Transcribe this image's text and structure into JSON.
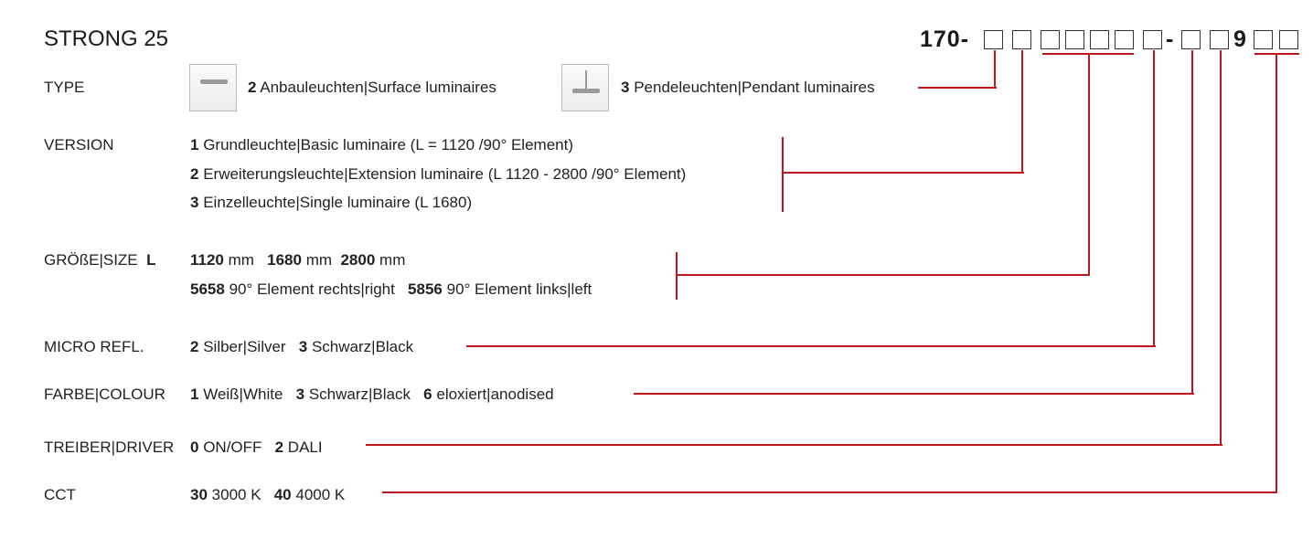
{
  "product": {
    "title": "STRONG 25"
  },
  "code": {
    "prefix": "170-",
    "dash1": "-",
    "fixed_digit": "9"
  },
  "type": {
    "label": "TYPE",
    "opt1_num": "2",
    "opt1_text": "Anbauleuchten|Surface luminaires",
    "opt2_num": "3",
    "opt2_text": "Pendeleuchten|Pendant luminaires"
  },
  "version": {
    "label": "VERSION",
    "line1_num": "1",
    "line1_text": "Grundleuchte|Basic luminaire (L = 1120 /90° Element)",
    "line2_num": "2",
    "line2_text": "Erweiterungsleuchte|Extension luminaire (L 1120 - 2800 /90° Element)",
    "line3_num": "3",
    "line3_text": "Einzelleuchte|Single luminaire (L 1680)"
  },
  "size": {
    "label": "GRÖßE|SIZE",
    "label_l": "L",
    "v1": "1120",
    "u1": "mm",
    "v2": "1680",
    "u2": "mm",
    "v3": "2800",
    "u3": "mm",
    "v4": "5658",
    "t4": "90° Element rechts|right",
    "v5": "5856",
    "t5": "90° Element links|left"
  },
  "micro": {
    "label": "MICRO REFL.",
    "n1": "2",
    "t1": "Silber|Silver",
    "n2": "3",
    "t2": "Schwarz|Black"
  },
  "colour": {
    "label": "FARBE|COLOUR",
    "n1": "1",
    "t1": "Weiß|White",
    "n2": "3",
    "t2": "Schwarz|Black",
    "n3": "6",
    "t3": "eloxiert|anodised"
  },
  "driver": {
    "label": "TREIBER|DRIVER",
    "n1": "0",
    "t1": "ON/OFF",
    "n2": "2",
    "t2": "DALI"
  },
  "cct": {
    "label": "CCT",
    "n1": "30",
    "t1": "3000 K",
    "n2": "40",
    "t2": "4000 K"
  },
  "colors": {
    "accent_line": "#c0151f",
    "text": "#222222"
  },
  "icons": [
    "surface-luminaire-icon",
    "pendant-luminaire-icon"
  ]
}
